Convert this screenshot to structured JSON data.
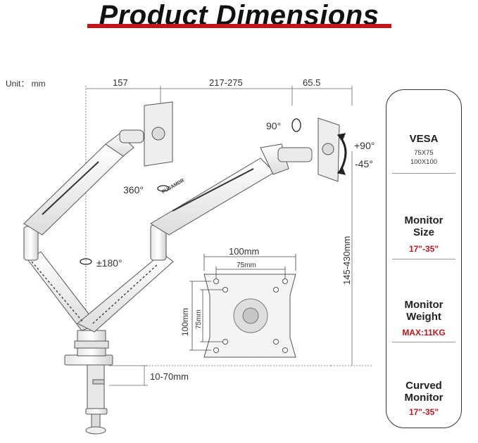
{
  "title": "Product Dimensions",
  "unit_label": "Unit： mm",
  "dimensions": {
    "width_left": "157",
    "width_middle": "217-275",
    "width_right": "65.5",
    "tilt_up": "+90°",
    "tilt_down": "-45°",
    "rotate_screen": "90°",
    "swivel": "360°",
    "base_swivel": "±180°",
    "height_range": "145-430mm",
    "clamp_range": "10-70mm",
    "vesa_outer_h": "100mm",
    "vesa_inner_h": "75mm",
    "vesa_outer_v": "100mm",
    "vesa_inner_v": "75mm"
  },
  "arm_brand": "PUSAMDR",
  "specs": [
    {
      "name": "VESA",
      "detail_1": "75X75",
      "detail_2": "100X100",
      "icon": "vesa-plate-icon"
    },
    {
      "name_1": "Monitor",
      "name_2": "Size",
      "value": "17\"-35\"",
      "icon": "monitor-screen-icon"
    },
    {
      "name_1": "Monitor",
      "name_2": "Weight",
      "value": "MAX:11KG",
      "icon": "weight-icon"
    },
    {
      "name_1": "Curved",
      "name_2": "Monitor",
      "value": "17\"-35\"",
      "icon": "curved-monitor-icon"
    }
  ],
  "colors": {
    "accent_red": "#c0161c",
    "arm_white": "#f2f2f2",
    "outline": "#555555"
  }
}
